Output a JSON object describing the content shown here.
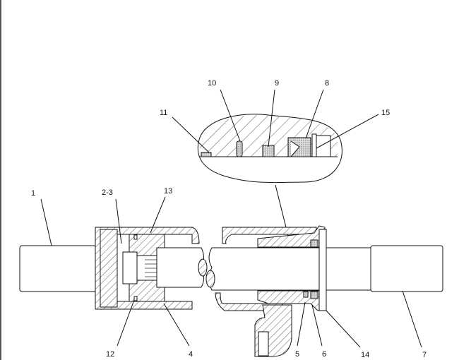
{
  "diagram": {
    "callouts": {
      "c1": "1",
      "c2_3": "2-3",
      "c13": "13",
      "c10": "10",
      "c9": "9",
      "c8": "8",
      "c11": "11",
      "c15": "15",
      "c12": "12",
      "c4": "4",
      "c5": "5",
      "c6": "6",
      "c14": "14",
      "c7": "7"
    }
  }
}
